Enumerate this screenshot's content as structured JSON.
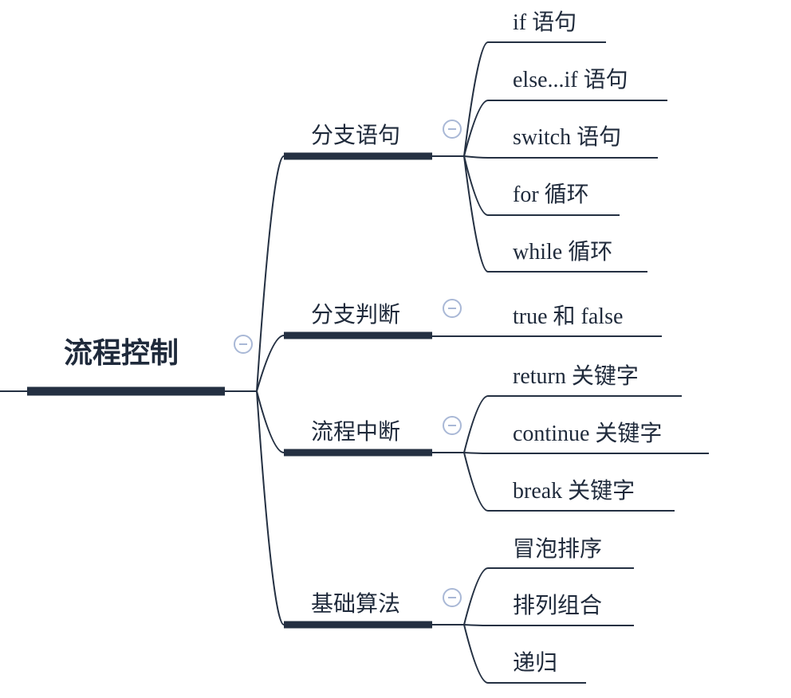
{
  "mindmap": {
    "root": {
      "label": "流程控制"
    },
    "branches": [
      {
        "label": "分支语句",
        "children": [
          "if 语句",
          "else...if 语句",
          "switch 语句",
          "for 循环",
          "while 循环"
        ]
      },
      {
        "label": "分支判断",
        "children": [
          "true 和 false"
        ]
      },
      {
        "label": "流程中断",
        "children": [
          "return 关键字",
          "continue 关键字",
          "break 关键字"
        ]
      },
      {
        "label": "基础算法",
        "children": [
          "冒泡排序",
          "排列组合",
          "递归"
        ]
      }
    ]
  },
  "colors": {
    "line": "#243042",
    "text": "#1f2a3b",
    "collapse_icon": "#a9b8d6",
    "background": "#ffffff"
  }
}
